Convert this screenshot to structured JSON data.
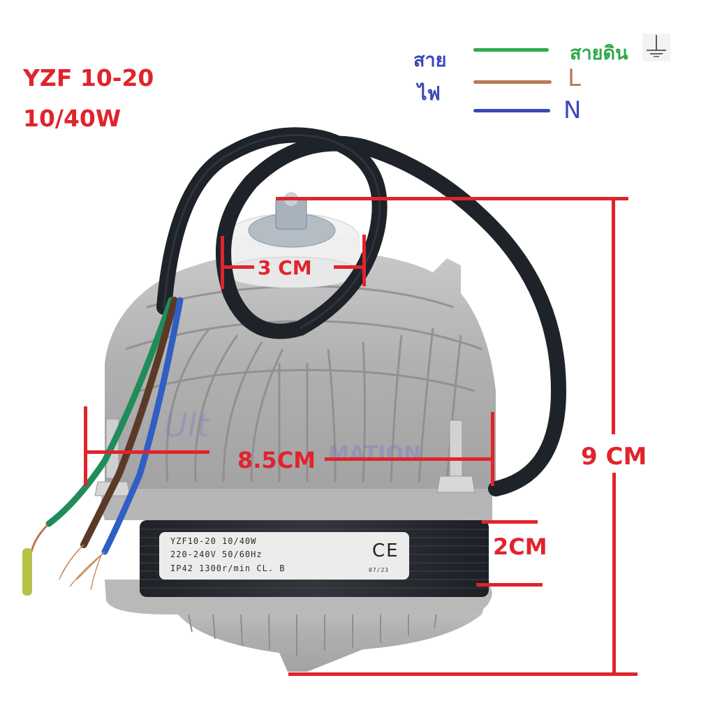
{
  "header": {
    "model": "YZF 10-20",
    "power": "10/40W"
  },
  "wiring_legend": {
    "group_label_line1": "สาย",
    "group_label_line2": "ไฟ",
    "wires": [
      {
        "color": "#2fa84a",
        "label": "สายดิน",
        "label_color": "#2fa84a",
        "icon": "ground-icon"
      },
      {
        "color": "#b97a55",
        "label": "L",
        "label_color": "#b97a55"
      },
      {
        "color": "#3a47b8",
        "label": "N",
        "label_color": "#3a47b8"
      }
    ]
  },
  "dimensions": {
    "shaft_width": "3 CM",
    "body_width": "8.5CM",
    "total_height": "9 CM",
    "stator_height": "2CM"
  },
  "nameplate": {
    "line1": "YZF10-20  10/40W",
    "line2": "220-240V  50/60Hz",
    "line3": "IP42 1300r/min  CL. B",
    "ce_mark": "CE",
    "date_code": "07/23"
  },
  "watermark": {
    "text_top": "Ult",
    "text_bottom": "MATION"
  },
  "colors": {
    "accent_red": "#e0242c",
    "cable_black": "#1e2329",
    "aluminum": "#b5b5b5",
    "stator_black": "#2a2d33"
  }
}
